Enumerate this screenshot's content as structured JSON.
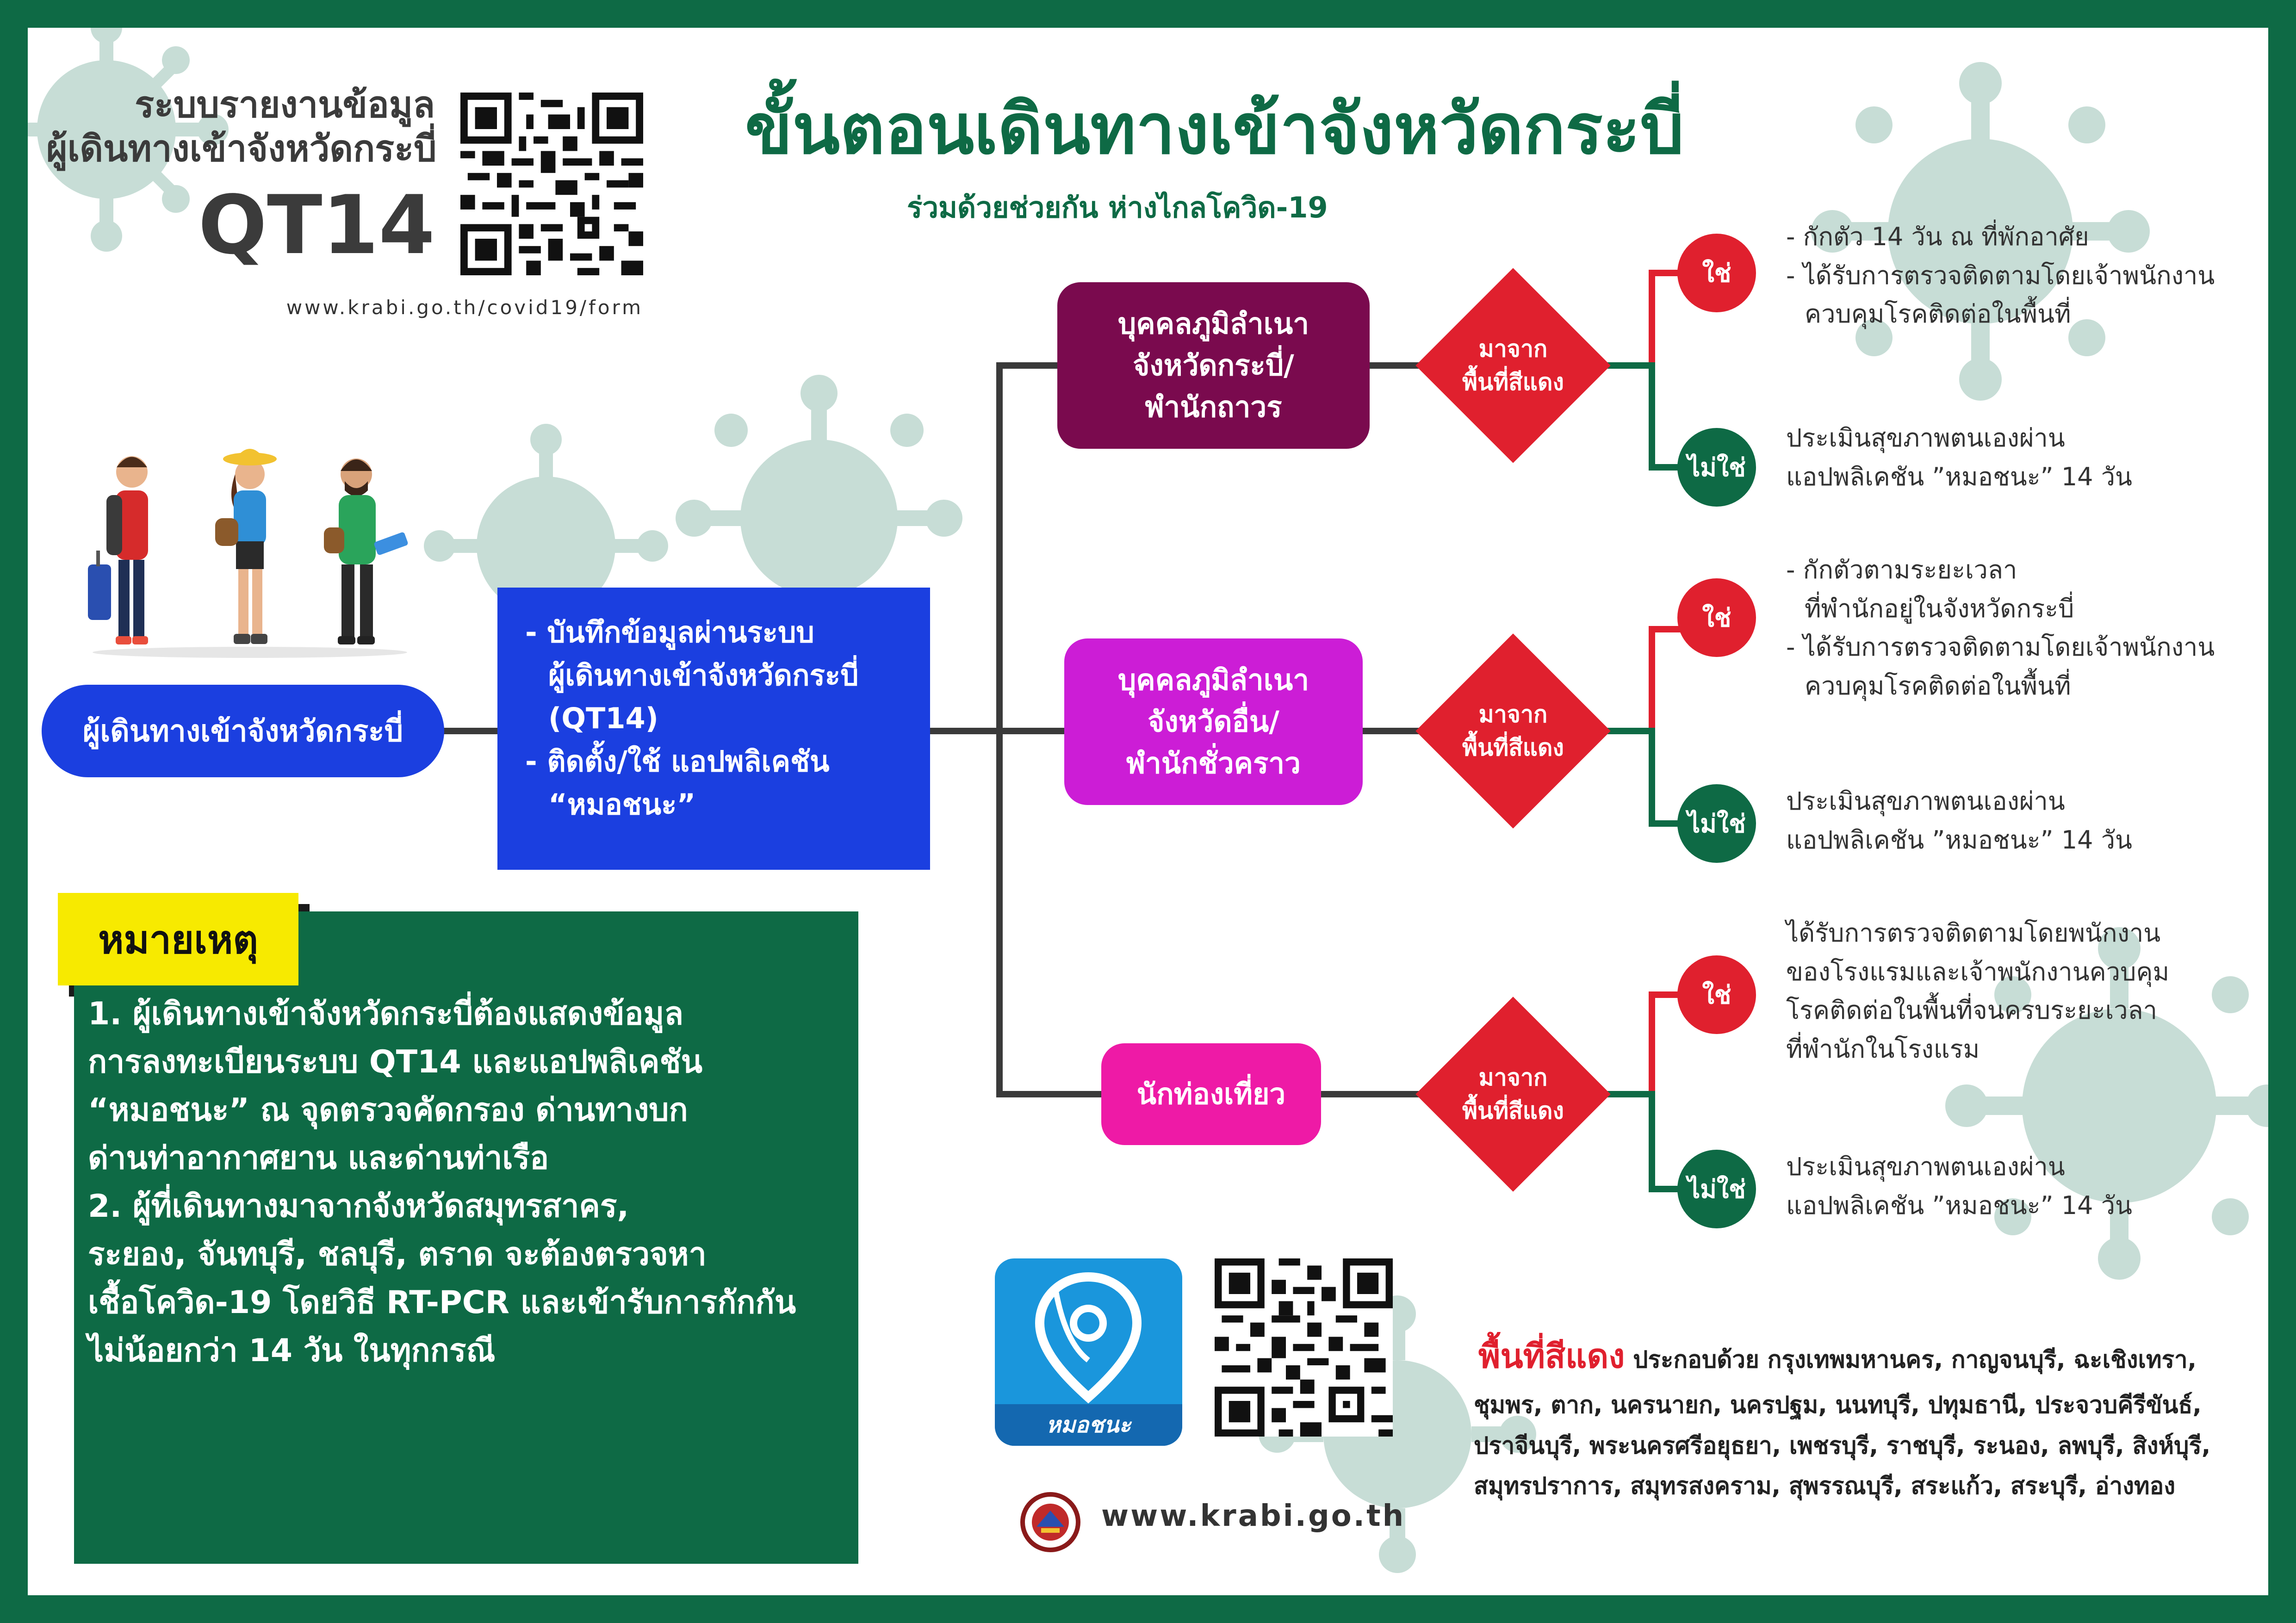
{
  "header": {
    "title": "ขั้นตอนเดินทางเข้าจังหวัดกระบี่",
    "subtitle": "ร่วมด้วยช่วยกัน ห่างไกลโควิด-19"
  },
  "qt14": {
    "line1": "ระบบรายงานข้อมูล",
    "line2": "ผู้เดินทางเข้าจังหวัดกระบี่",
    "code": "QT14",
    "url": "www.krabi.go.th/covid19/form"
  },
  "start": {
    "label": "ผู้เดินทางเข้าจังหวัดกระบี่"
  },
  "process": {
    "lines": [
      "- บันทึกข้อมูลผ่านระบบ",
      "ผู้เดินทางเข้าจังหวัดกระบี่",
      "(QT14)",
      "- ติดตั้ง/ใช้ แอปพลิเคชัน",
      "“หมอชนะ”"
    ]
  },
  "branches": [
    {
      "category": [
        "บุคคลภูมิลำเนา",
        "จังหวัดกระบี่/",
        "พำนักถาวร"
      ],
      "decision": [
        "มาจาก",
        "พื้นที่สีแดง"
      ],
      "yes_label": "ใช่",
      "no_label": "ไม่ใช่",
      "yes_outcome": [
        "- กักตัว 14 วัน ณ ที่พักอาศัย",
        "- ได้รับการตรวจติดตามโดยเจ้าพนักงาน",
        "ควบคุมโรคติดต่อในพื้นที่"
      ],
      "no_outcome": [
        "ประเมินสุขภาพตนเองผ่าน",
        "แอปพลิเคชัน ”หมอชนะ” 14 วัน"
      ]
    },
    {
      "category": [
        "บุคคลภูมิลำเนา",
        "จังหวัดอื่น/",
        "พำนักชั่วคราว"
      ],
      "decision": [
        "มาจาก",
        "พื้นที่สีแดง"
      ],
      "yes_label": "ใช่",
      "no_label": "ไม่ใช่",
      "yes_outcome": [
        "- กักตัวตามระยะเวลา",
        "ที่พำนักอยู่ในจังหวัดกระบี่",
        "- ได้รับการตรวจติดตามโดยเจ้าพนักงาน",
        "ควบคุมโรคติดต่อในพื้นที่"
      ],
      "no_outcome": [
        "ประเมินสุขภาพตนเองผ่าน",
        "แอปพลิเคชัน ”หมอชนะ” 14 วัน"
      ]
    },
    {
      "category": [
        "นักท่องเที่ยว"
      ],
      "decision": [
        "มาจาก",
        "พื้นที่สีแดง"
      ],
      "yes_label": "ใช่",
      "no_label": "ไม่ใช่",
      "yes_outcome": [
        "ได้รับการตรวจติดตามโดยพนักงาน",
        "ของโรงแรมและเจ้าพนักงานควบคุม",
        "โรคติดต่อในพื้นที่จนครบระยะเวลา",
        "ที่พำนักในโรงแรม"
      ],
      "no_outcome": [
        "ประเมินสุขภาพตนเองผ่าน",
        "แอปพลิเคชัน ”หมอชนะ” 14 วัน"
      ]
    }
  ],
  "note": {
    "title": "หมายเหตุ",
    "lines": [
      "1. ผู้เดินทางเข้าจังหวัดกระบี่ต้องแสดงข้อมูล",
      "การลงทะเบียนระบบ QT14 และแอปพลิเคชัน",
      "“หมอชนะ” ณ จุดตรวจคัดกรอง ด่านทางบก",
      "ด่านท่าอากาศยาน และด่านท่าเรือ",
      "2. ผู้ที่เดินทางมาจากจังหวัดสมุทรสาคร,",
      "ระยอง, จันทบุรี, ชลบุรี, ตราด จะต้องตรวจหา",
      "เชื้อโควิด-19 โดยวิธี RT-PCR และเข้ารับการกักกัน",
      "ไม่น้อยกว่า 14 วัน ในทุกกรณี"
    ]
  },
  "app": {
    "name": "หมอชนะ"
  },
  "red_zone": {
    "title": "พื้นที่สีแดง",
    "lines": [
      "ประกอบด้วย กรุงเทพมหานคร, กาญจนบุรี, ฉะเชิงเทรา,",
      "ชุมพร, ตาก, นครนายก, นครปฐม, นนทบุรี, ปทุมธานี, ประจวบคีรีขันธ์,",
      "ปราจีนบุรี, พระนครศรีอยุธยา, เพชรบุรี, ราชบุรี, ระนอง, ลพบุรี, สิงห์บุรี,",
      "สมุทรปราการ, สมุทรสงคราม, สุพรรณบุรี, สระแก้ว, สระบุรี, อ่างทอง"
    ]
  },
  "footer": {
    "url": "www.krabi.go.th"
  },
  "colors": {
    "green": "#0e6a45",
    "blue": "#1b3fe0",
    "maroon": "#7a0a4e",
    "magenta": "#cc1dd6",
    "pink": "#ee1aa6",
    "red": "#e0202e",
    "yellow": "#f7ea00",
    "virus": "#c7ddd6"
  }
}
